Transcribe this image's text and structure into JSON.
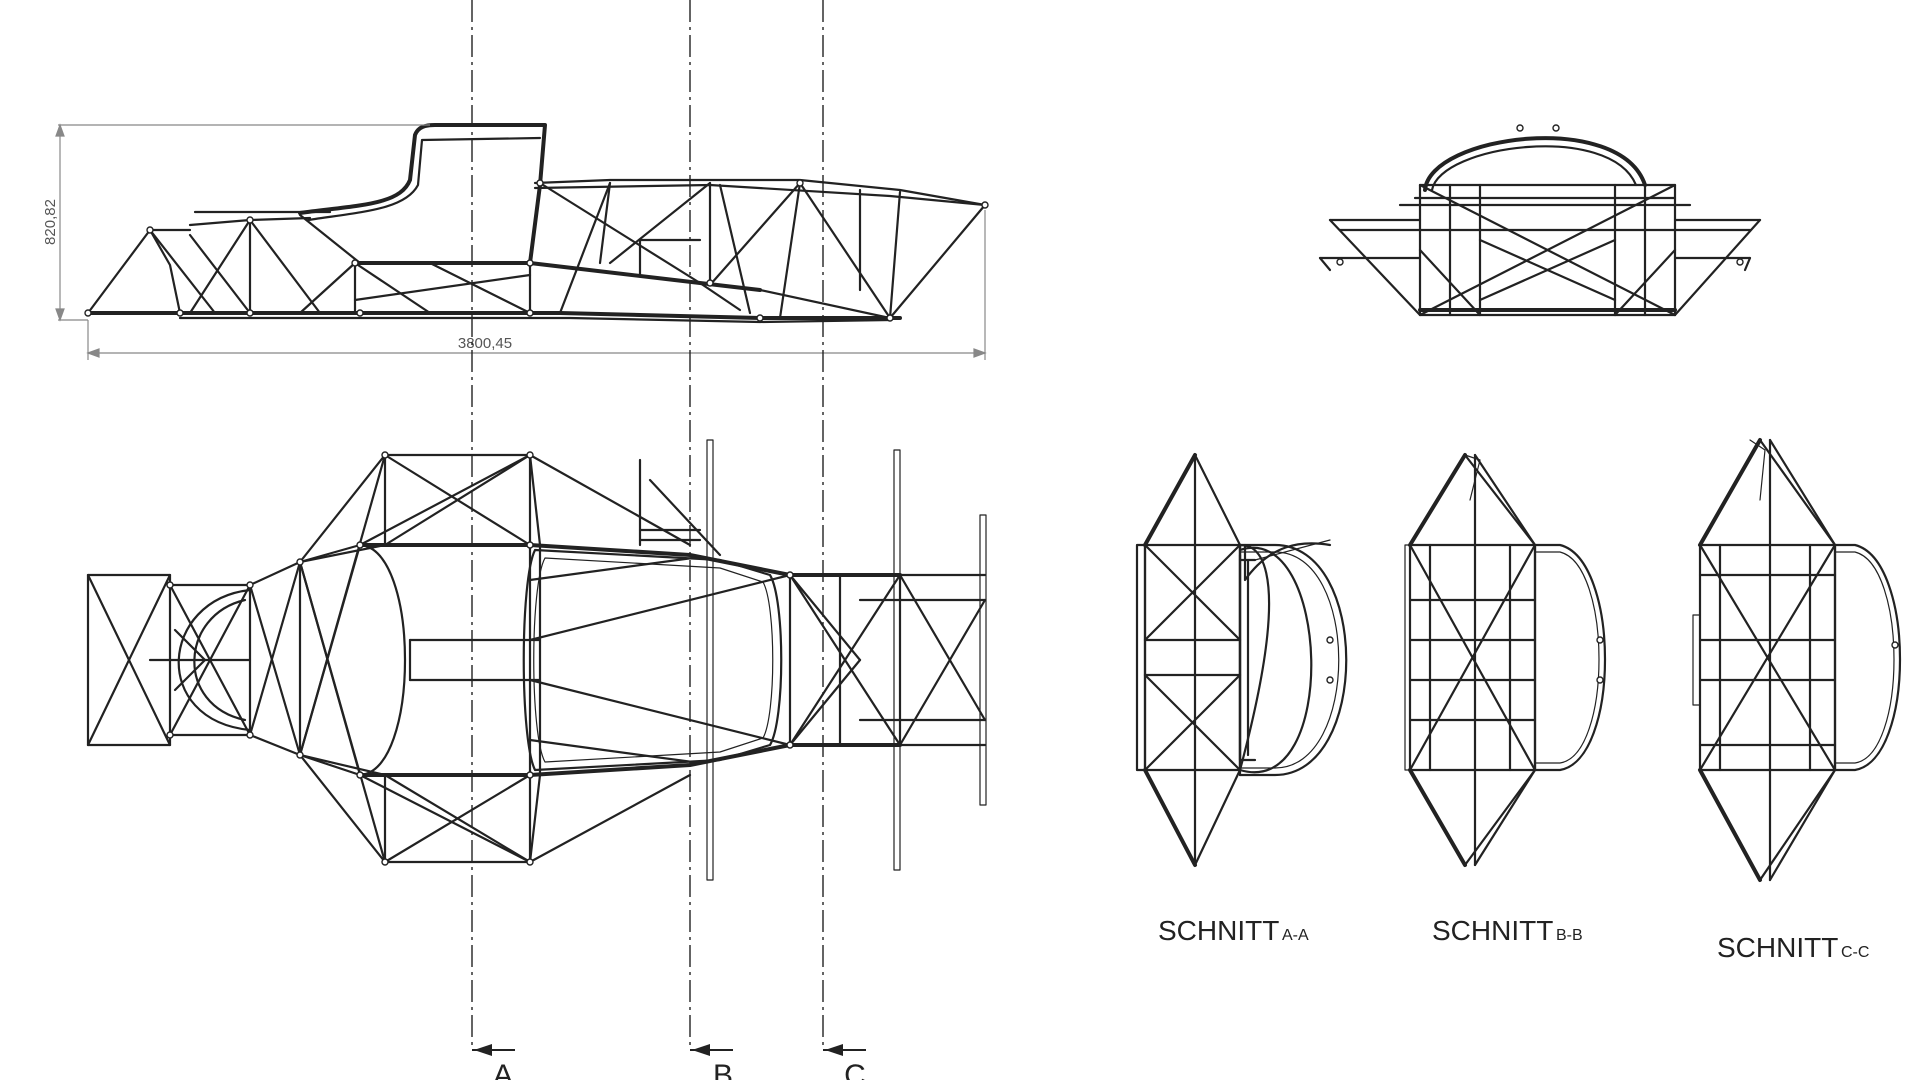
{
  "dimensions": {
    "height": "820,82",
    "length": "3800,45"
  },
  "sections": [
    {
      "id": "a",
      "letter": "A",
      "caption": "SCHNITT",
      "sub": "A-A"
    },
    {
      "id": "b",
      "letter": "B",
      "caption": "SCHNITT",
      "sub": "B-B"
    },
    {
      "id": "c",
      "letter": "C",
      "caption": "SCHNITT",
      "sub": "C-C"
    }
  ],
  "colors": {
    "line": "#222222",
    "dimension": "#888888",
    "background": "#ffffff"
  }
}
